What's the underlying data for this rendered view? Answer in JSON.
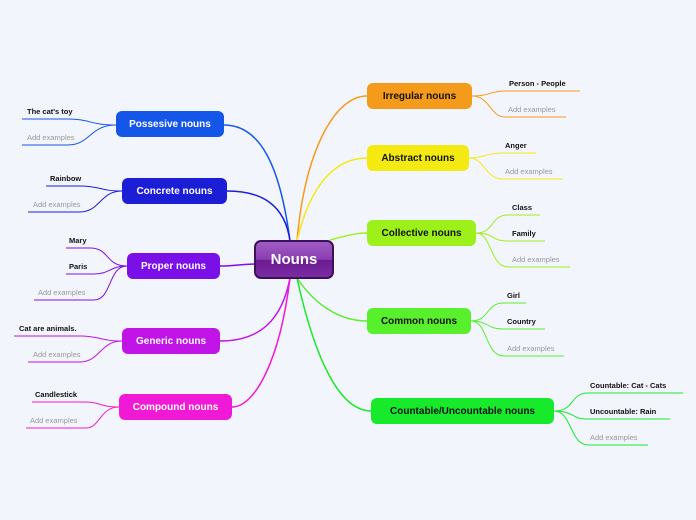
{
  "root": {
    "label": "Nouns"
  },
  "branches": {
    "possesive": {
      "label": "Possesive nouns",
      "color": "#1457e8",
      "examples": [
        "The cat's toy"
      ],
      "add": "Add examples"
    },
    "concrete": {
      "label": "Concrete nouns",
      "color": "#1c1ed6",
      "examples": [
        "Rainbow"
      ],
      "add": "Add examples"
    },
    "proper": {
      "label": "Proper nouns",
      "color": "#7b0fe8",
      "examples": [
        "Mary",
        "Paris"
      ],
      "add": "Add examples"
    },
    "generic": {
      "label": "Generic nouns",
      "color": "#c114e6",
      "examples": [
        "Cat are animals."
      ],
      "add": "Add examples"
    },
    "compound": {
      "label": "Compound nouns",
      "color": "#f01ad6",
      "examples": [
        "Candlestick"
      ],
      "add": "Add examples"
    },
    "irregular": {
      "label": "Irregular nouns",
      "color": "#f59b1c",
      "examples": [
        "Person - People"
      ],
      "add": "Add examples"
    },
    "abstract": {
      "label": "Abstract nouns",
      "color": "#f4ea12",
      "examples": [
        "Anger"
      ],
      "add": "Add examples"
    },
    "collective": {
      "label": "Collective nouns",
      "color": "#9df01a",
      "examples": [
        "Class",
        "Family"
      ],
      "add": "Add examples"
    },
    "common": {
      "label": "Common nouns",
      "color": "#58ef2d",
      "examples": [
        "Girl",
        "Country"
      ],
      "add": "Add examples"
    },
    "countable": {
      "label": "Countable/Uncountable nouns",
      "color": "#17ea2b",
      "examples": [
        "Countable: Cat - Cats",
        "Uncountable: Rain"
      ],
      "add": "Add examples"
    }
  }
}
